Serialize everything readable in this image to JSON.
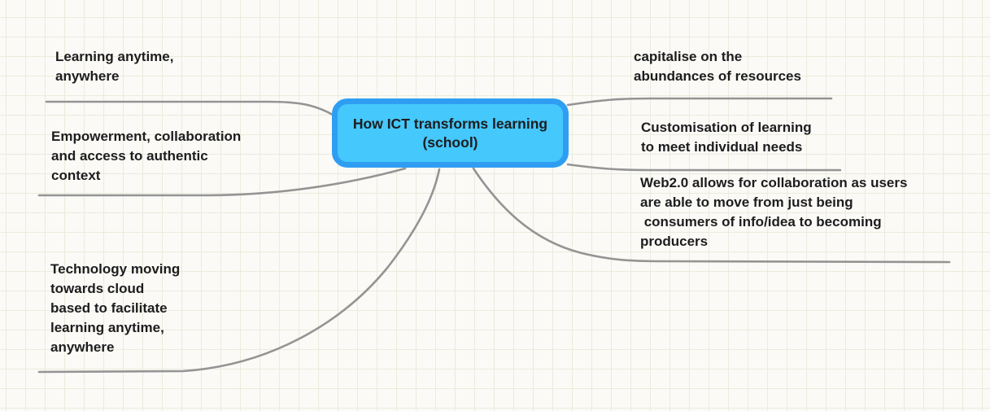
{
  "canvas": {
    "background": "#fbfaf6",
    "grid_line": "#e9ecdd",
    "grid_size": 24
  },
  "colors": {
    "background": "#fbfaf6",
    "grid_line": "#e9ecdd",
    "node_fill": "#45c8fb",
    "node_border": "#2f9ef2",
    "connector": "#949494",
    "text": "#1d1d1f"
  },
  "root_node": {
    "label": "How ICT transforms learning\n(school)"
  },
  "branches": [
    {
      "id": "learning-anytime",
      "side": "left",
      "label": "Learning anytime,\nanywhere"
    },
    {
      "id": "empowerment",
      "side": "left",
      "label": "Empowerment, collaboration\nand access to authentic\ncontext"
    },
    {
      "id": "technology-cloud",
      "side": "left",
      "label": "Technology moving\ntowards cloud\nbased to facilitate\nlearning anytime,\nanywhere"
    },
    {
      "id": "capitalise",
      "side": "right",
      "label": "capitalise on the\nabundances of resources"
    },
    {
      "id": "customisation",
      "side": "right",
      "label": "Customisation of learning\nto meet individual needs"
    },
    {
      "id": "web2",
      "side": "right",
      "label": "Web2.0 allows for collaboration as users\nare able to move from just being\n consumers of info/idea to becoming\nproducers"
    }
  ]
}
